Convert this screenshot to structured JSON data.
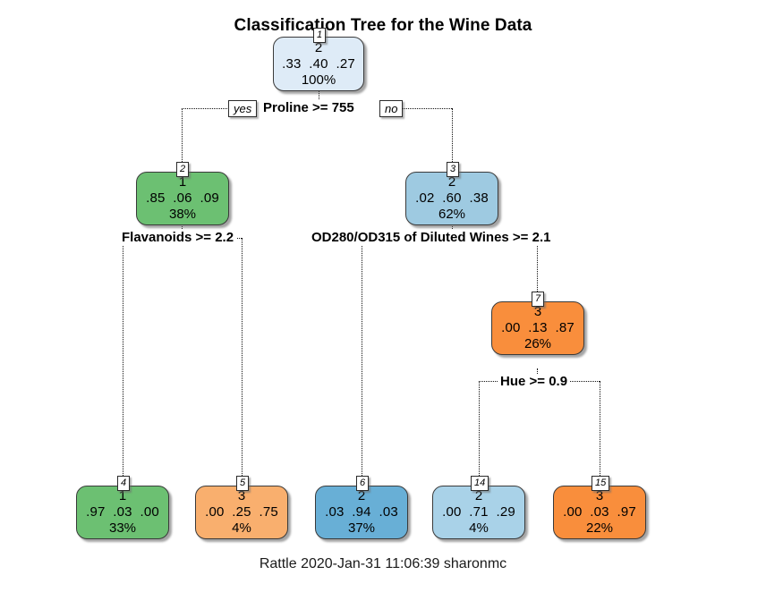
{
  "title": "Classification Tree for the Wine Data",
  "footer": "Rattle 2020-Jan-31 11:06:39 sharonmc",
  "branch_labels": {
    "yes": "yes",
    "no": "no"
  },
  "chart_data": {
    "type": "tree",
    "title": "Classification Tree for the Wine Data",
    "subtitle": "",
    "caption": "Rattle 2020-Jan-31 11:06:39 sharonmc",
    "class_labels": [
      "1",
      "2",
      "3"
    ],
    "nodes": [
      {
        "id": "1",
        "badge": "1",
        "predicted_class": "2",
        "probs": ".33  .40  .27",
        "prob_values": [
          0.33,
          0.4,
          0.27
        ],
        "percent": "100%",
        "percent_value": 100,
        "fill": "#DEEBF7",
        "is_leaf": false,
        "split": "Proline >= 755"
      },
      {
        "id": "2",
        "badge": "2",
        "predicted_class": "1",
        "probs": ".85  .06  .09",
        "prob_values": [
          0.85,
          0.06,
          0.09
        ],
        "percent": "38%",
        "percent_value": 38,
        "fill": "#6CC072",
        "is_leaf": false,
        "split": "Flavanoids >= 2.2"
      },
      {
        "id": "3",
        "badge": "3",
        "predicted_class": "2",
        "probs": ".02  .60  .38",
        "prob_values": [
          0.02,
          0.6,
          0.38
        ],
        "percent": "62%",
        "percent_value": 62,
        "fill": "#9ECAE1",
        "is_leaf": false,
        "split": "OD280/OD315 of Diluted Wines >= 2.1"
      },
      {
        "id": "7",
        "badge": "7",
        "predicted_class": "3",
        "probs": ".00  .13  .87",
        "prob_values": [
          0.0,
          0.13,
          0.87
        ],
        "percent": "26%",
        "percent_value": 26,
        "fill": "#F98E3C",
        "is_leaf": false,
        "split": "Hue >= 0.9"
      },
      {
        "id": "4",
        "badge": "4",
        "predicted_class": "1",
        "probs": ".97  .03  .00",
        "prob_values": [
          0.97,
          0.03,
          0.0
        ],
        "percent": "33%",
        "percent_value": 33,
        "fill": "#6CC072",
        "is_leaf": true,
        "split": ""
      },
      {
        "id": "5",
        "badge": "5",
        "predicted_class": "3",
        "probs": ".00  .25  .75",
        "prob_values": [
          0.0,
          0.25,
          0.75
        ],
        "percent": "4%",
        "percent_value": 4,
        "fill": "#F9AF6E",
        "is_leaf": true,
        "split": ""
      },
      {
        "id": "6",
        "badge": "6",
        "predicted_class": "2",
        "probs": ".03  .94  .03",
        "prob_values": [
          0.03,
          0.94,
          0.03
        ],
        "percent": "37%",
        "percent_value": 37,
        "fill": "#68AFD6",
        "is_leaf": true,
        "split": ""
      },
      {
        "id": "14",
        "badge": "14",
        "predicted_class": "2",
        "probs": ".00  .71  .29",
        "prob_values": [
          0.0,
          0.71,
          0.29
        ],
        "percent": "4%",
        "percent_value": 4,
        "fill": "#A9D2E8",
        "is_leaf": true,
        "split": ""
      },
      {
        "id": "15",
        "badge": "15",
        "predicted_class": "3",
        "probs": ".00  .03  .97",
        "prob_values": [
          0.0,
          0.03,
          0.97
        ],
        "percent": "22%",
        "percent_value": 22,
        "fill": "#F98E3C",
        "is_leaf": true,
        "split": ""
      }
    ],
    "edges": [
      {
        "from": "1",
        "to": "2",
        "label": "yes"
      },
      {
        "from": "1",
        "to": "3",
        "label": "no"
      },
      {
        "from": "2",
        "to": "4",
        "label": "yes"
      },
      {
        "from": "2",
        "to": "5",
        "label": "no"
      },
      {
        "from": "3",
        "to": "6",
        "label": "yes"
      },
      {
        "from": "3",
        "to": "7",
        "label": "no"
      },
      {
        "from": "7",
        "to": "14",
        "label": "yes"
      },
      {
        "from": "7",
        "to": "15",
        "label": "no"
      }
    ]
  }
}
